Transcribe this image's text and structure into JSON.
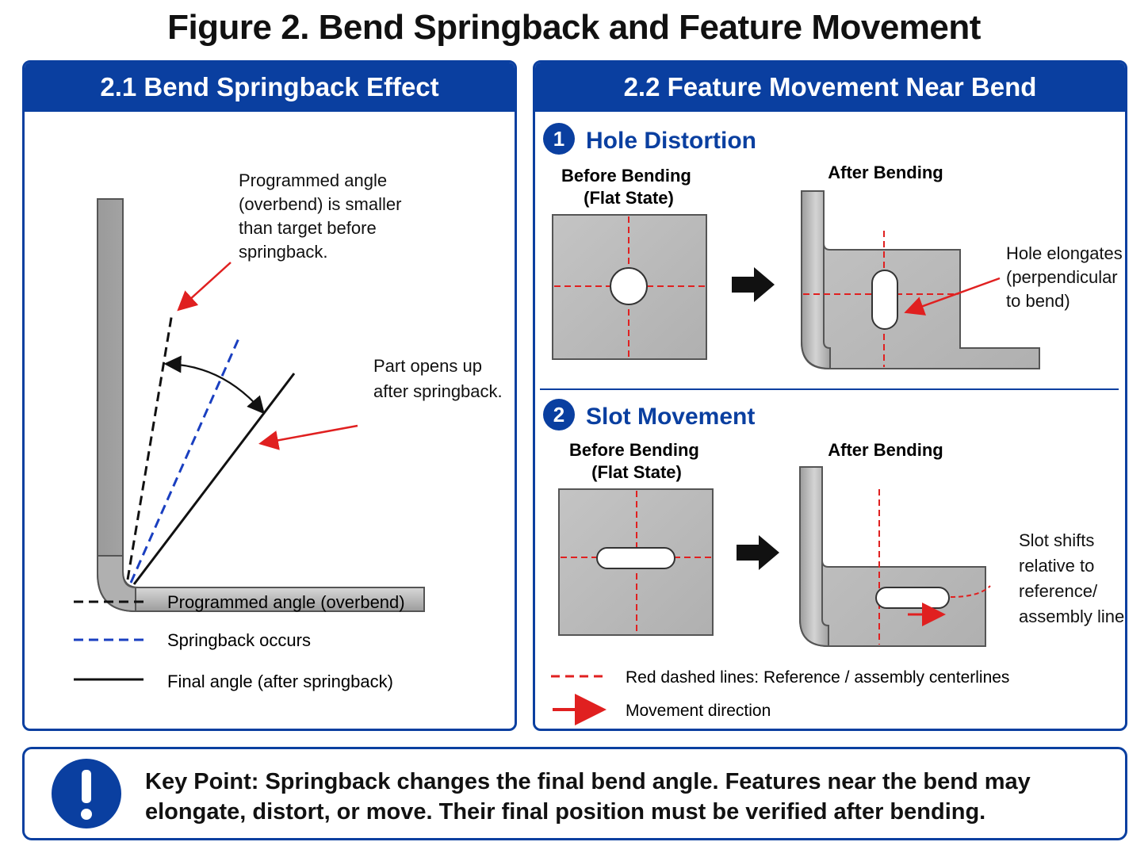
{
  "title": "Figure 2. Bend Springback and Feature Movement",
  "left_panel": {
    "heading": "2.1 Bend Springback Effect",
    "callout_overbend": [
      "Programmed angle",
      "(overbend) is smaller",
      "than target before",
      "springback."
    ],
    "callout_opens": [
      "Part opens up",
      "after springback."
    ],
    "legend": [
      {
        "label": "Programmed angle (overbend)",
        "color": "#111111",
        "style": "dashed"
      },
      {
        "label": "Springback occurs",
        "color": "#1a3fc0",
        "style": "dashed"
      },
      {
        "label": "Final angle (after springback)",
        "color": "#111111",
        "style": "solid"
      }
    ]
  },
  "right_panel": {
    "heading": "2.2 Feature Movement Near Bend",
    "section1": {
      "number": "1",
      "title": "Hole Distortion",
      "before_label": [
        "Before Bending",
        "(Flat State)"
      ],
      "after_label": "After Bending",
      "callout": [
        "Hole elongates",
        "(perpendicular",
        "to bend)"
      ]
    },
    "section2": {
      "number": "2",
      "title": "Slot Movement",
      "before_label": [
        "Before Bending",
        "(Flat State)"
      ],
      "after_label": "After Bending",
      "callout": [
        "Slot shifts",
        "relative to",
        "reference/",
        "assembly line"
      ]
    },
    "legend": [
      {
        "label": "Red dashed lines: Reference / assembly centerlines"
      },
      {
        "label": "Movement direction"
      }
    ]
  },
  "key_point": {
    "icon": "exclamation-icon",
    "line1": "Key Point: Springback changes the final bend angle. Features near the bend may",
    "line2": "elongate, distort, or move. Their final position must be verified after bending."
  },
  "colors": {
    "brand": "#0a3fa0",
    "reference": "#e02020",
    "springback": "#1a3fc0",
    "metal": "#b8b8b8"
  }
}
